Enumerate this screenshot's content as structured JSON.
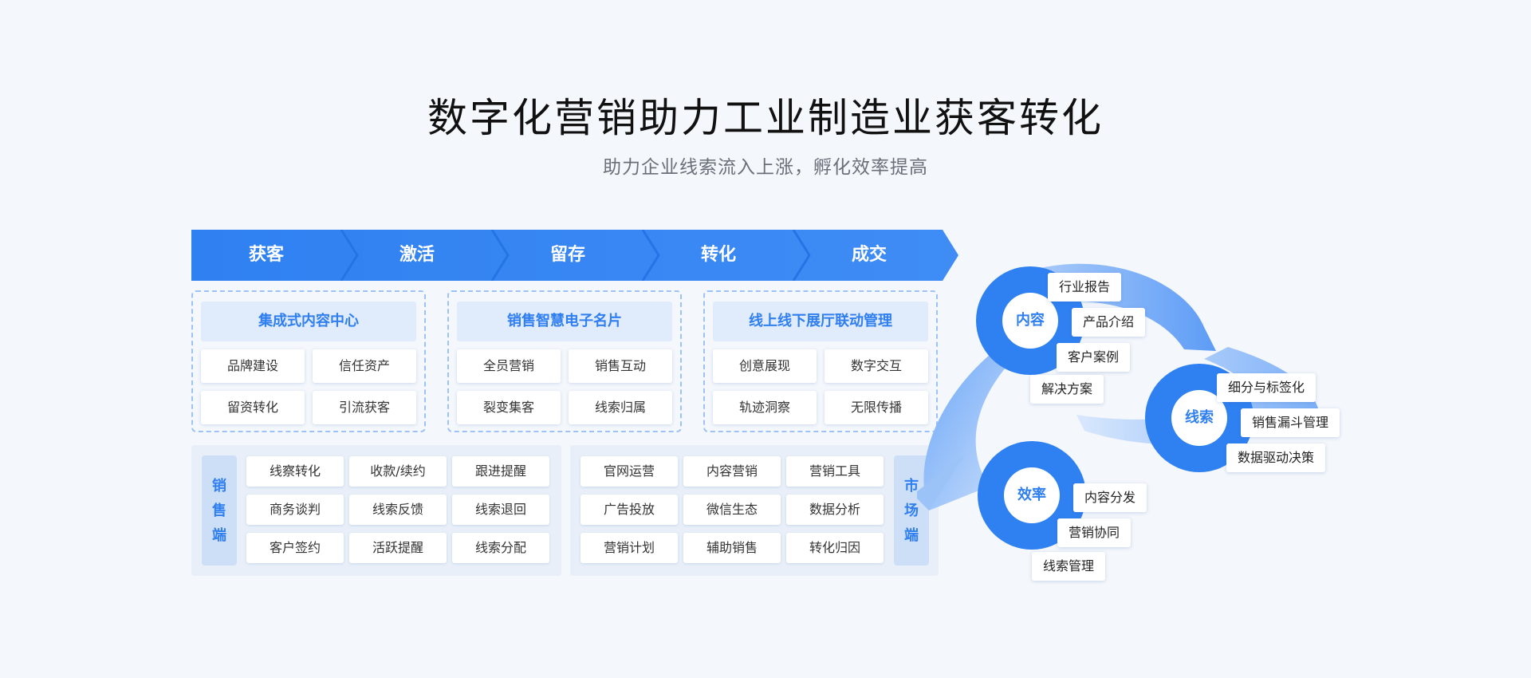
{
  "header": {
    "title": "数字化营销助力工业制造业获客转化",
    "subtitle": "助力企业线索流入上涨，孵化效率提高"
  },
  "stages": [
    "获客",
    "激活",
    "留存",
    "转化",
    "成交"
  ],
  "groups": [
    {
      "title": "集成式内容中心",
      "items": [
        "品牌建设",
        "信任资产",
        "留资转化",
        "引流获客"
      ]
    },
    {
      "title": "销售智慧电子名片",
      "items": [
        "全员营销",
        "销售互动",
        "裂变集客",
        "线索归属"
      ]
    },
    {
      "title": "线上线下展厅联动管理",
      "items": [
        "创意展现",
        "数字交互",
        "轨迹洞察",
        "无限传播"
      ]
    }
  ],
  "sales_side": {
    "label": [
      "销",
      "售",
      "端"
    ],
    "items": [
      "线察转化",
      "收款/续约",
      "跟进提醒",
      "商务谈判",
      "线索反馈",
      "线索退回",
      "客户签约",
      "活跃提醒",
      "线索分配"
    ]
  },
  "market_side": {
    "label": [
      "市",
      "场",
      "端"
    ],
    "items": [
      "官网运营",
      "内容营销",
      "营销工具",
      "广告投放",
      "微信生态",
      "数据分析",
      "营销计划",
      "辅助销售",
      "转化归因"
    ]
  },
  "cycle": {
    "content": {
      "label": "内容",
      "tags": [
        "行业报告",
        "产品介绍",
        "客户案例",
        "解决方案"
      ]
    },
    "leads": {
      "label": "线索",
      "tags": [
        "细分与标签化",
        "销售漏斗管理",
        "数据驱动决策"
      ]
    },
    "efficiency": {
      "label": "效率",
      "tags": [
        "内容分发",
        "营销协同",
        "线索管理"
      ]
    }
  },
  "colors": {
    "primary": "#2f80f1",
    "light": "#e0ebfb",
    "dashed": "#9dc2f5"
  }
}
